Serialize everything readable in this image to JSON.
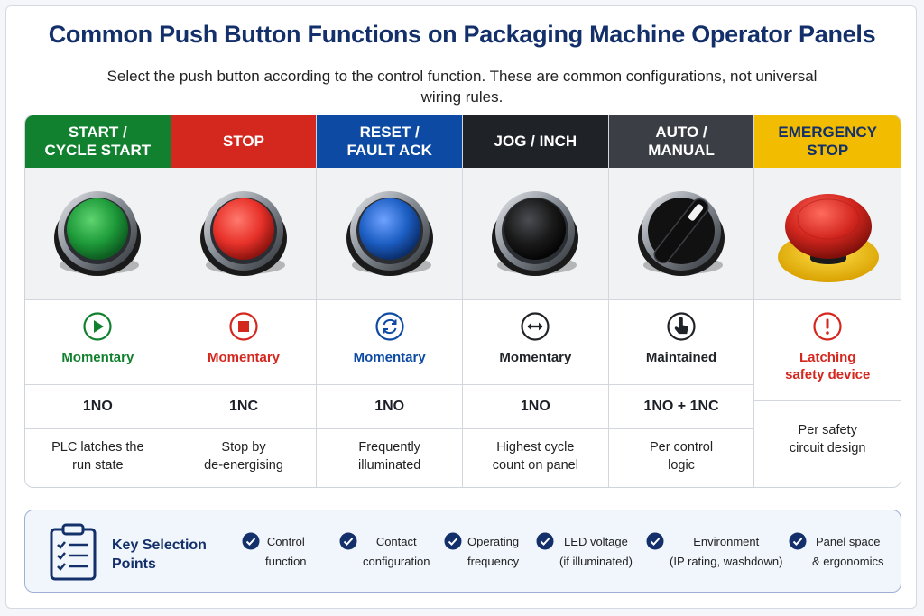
{
  "title": "Common Push Button Functions on Packaging Machine Operator Panels",
  "subtitle": "Select the push button according to the control function. These are common configurations, not universal wiring rules.",
  "columns": [
    {
      "header": "START /\nCYCLE START",
      "header_color": "#12812f",
      "button_color": "#1e9b3a",
      "icon": "play-icon",
      "icon_color": "#12812f",
      "type": "Momentary",
      "type_color": "#12812f",
      "contact": "1NO",
      "note": "PLC latches the\nrun state"
    },
    {
      "header": "STOP",
      "header_color": "#d4271e",
      "button_color": "#e8322a",
      "icon": "stop-icon",
      "icon_color": "#d4271e",
      "type": "Momentary",
      "type_color": "#d4271e",
      "contact": "1NC",
      "note": "Stop by\nde-energising"
    },
    {
      "header": "RESET /\nFAULT ACK",
      "header_color": "#0d4aa3",
      "button_color": "#1d5fc4",
      "icon": "reset-cycle-icon",
      "icon_color": "#0d4aa3",
      "type": "Momentary",
      "type_color": "#0d4aa3",
      "contact": "1NO",
      "note": "Frequently\nilluminated"
    },
    {
      "header": "JOG / INCH",
      "header_color": "#1f2327",
      "button_color": "#1a1a1a",
      "icon": "bidirectional-arrow-icon",
      "icon_color": "#1f2327",
      "type": "Momentary",
      "type_color": "#1f2327",
      "contact": "1NO",
      "note": "Highest cycle\ncount on panel"
    },
    {
      "header": "AUTO /\nMANUAL",
      "header_color": "#3b3f45",
      "button_color": "#151515",
      "icon": "hand-pointer-icon",
      "icon_color": "#1f2327",
      "type": "Maintained",
      "type_color": "#1f2327",
      "contact": "1NO + 1NC",
      "note": "Per control\nlogic"
    },
    {
      "header": "EMERGENCY\nSTOP",
      "header_color": "#f2bd00",
      "header_text_color": "#13306a",
      "button_color": "#d3271f",
      "icon": "exclamation-icon",
      "icon_color": "#d4271e",
      "type": "Latching\nsafety device",
      "type_color": "#d4271e",
      "contact": "",
      "note": "Per safety\ncircuit design"
    }
  ],
  "key_selection": {
    "title": "Key Selection\nPoints",
    "icon": "clipboard-checklist-icon",
    "points": [
      "Control\nfunction",
      "Contact\nconfiguration",
      "Operating\nfrequency",
      "LED voltage\n(if illuminated)",
      "Environment\n(IP rating, washdown)",
      "Panel space\n& ergonomics"
    ]
  }
}
